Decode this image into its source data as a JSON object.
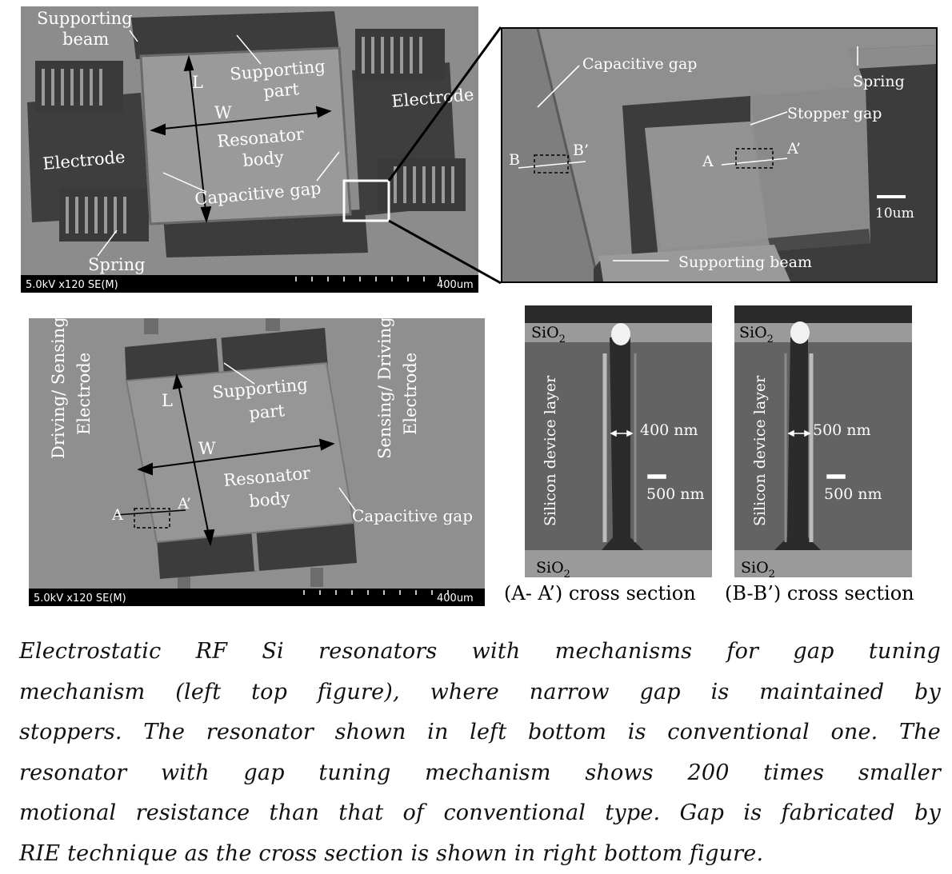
{
  "top_left": {
    "labels": {
      "supporting_beam_1": "Supporting",
      "supporting_beam_2": "beam",
      "supporting_part_1": "Supporting",
      "supporting_part_2": "part",
      "L": "L",
      "W": "W",
      "electrode_right": "Electrode",
      "electrode_left": "Electrode",
      "resonator_1": "Resonator",
      "resonator_2": "body",
      "capacitive_gap": "Capacitive gap",
      "spring": "Spring"
    },
    "info_bar": {
      "left": "5.0kV x120 SE(M)",
      "right": "400um"
    }
  },
  "top_right": {
    "labels": {
      "capacitive_gap": "Capacitive gap",
      "spring": "Spring",
      "stopper_gap": "Stopper gap",
      "B": "B",
      "B_prime": "B’",
      "A": "A",
      "A_prime": "A’",
      "scale": "10um",
      "supporting_beam": "Supporting beam"
    }
  },
  "bottom_left": {
    "labels": {
      "left_electrode_1": "Driving/ Sensing",
      "left_electrode_2": "Electrode",
      "right_electrode_1": "Sensing/ Driving",
      "right_electrode_2": "Electrode",
      "supporting_part_1": "Supporting",
      "supporting_part_2": "part",
      "L": "L",
      "W": "W",
      "resonator_1": "Resonator",
      "resonator_2": "body",
      "capacitive_gap": "Capacitive gap",
      "A": "A",
      "A_prime": "A’"
    },
    "info_bar": {
      "left": "5.0kV x120 SE(M)",
      "right": "400um"
    }
  },
  "cross_sections": [
    {
      "sio2_top": "SiO",
      "sio2_bottom": "SiO",
      "sub": "2",
      "layer": "Silicon device layer",
      "gap": "400 nm",
      "scale": "500 nm",
      "caption": "(A- A’) cross section"
    },
    {
      "sio2_top": "SiO",
      "sio2_bottom": "SiO",
      "sub": "2",
      "layer": "Silicon device layer",
      "gap": "500 nm",
      "scale": "500 nm",
      "caption": "(B-B’) cross section"
    }
  ],
  "caption_lines": [
    "Electrostatic RF Si resonators with mechanisms for gap tuning",
    "mechanism (left top figure), where narrow gap is maintained by",
    "stoppers. The resonator shown in left bottom is conventional one. The",
    "resonator with gap tuning mechanism shows 200 times smaller",
    "motional resistance than that of conventional type. Gap is fabricated by",
    "RIE technique as the cross section is shown in right bottom figure."
  ]
}
